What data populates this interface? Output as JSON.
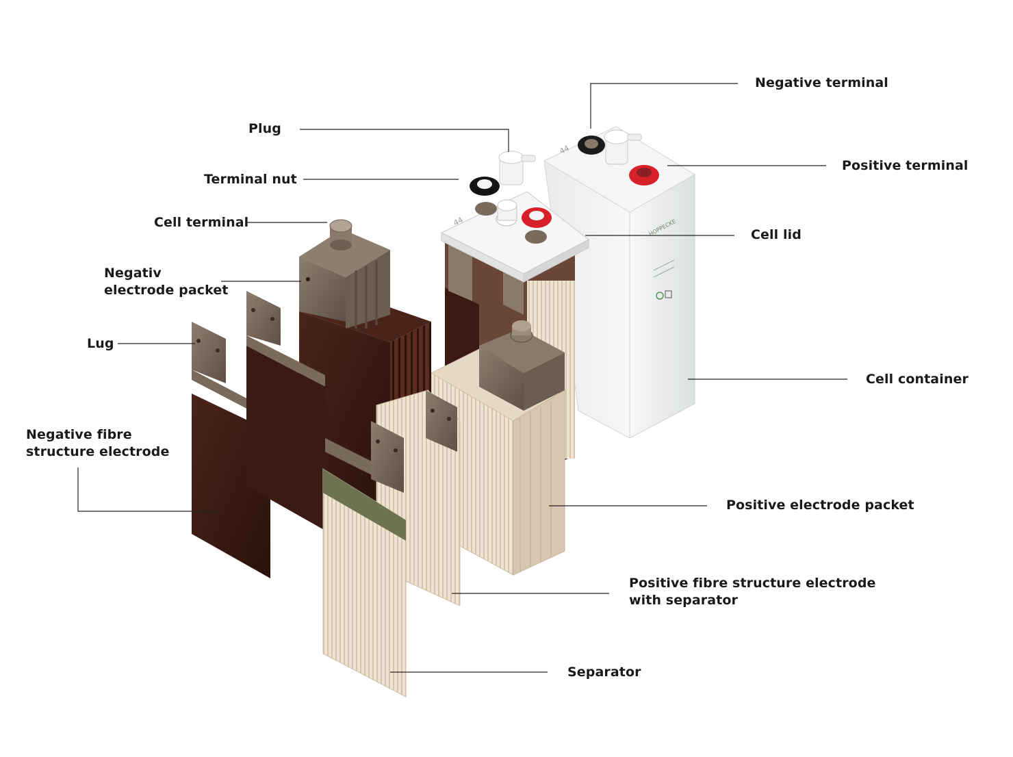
{
  "labels": {
    "negative_terminal": "Negative terminal",
    "plug": "Plug",
    "positive_terminal": "Positive terminal",
    "terminal_nut": "Terminal nut",
    "cell_terminal": "Cell terminal",
    "cell_lid": "Cell lid",
    "negativ_electrode_packet_1": "Negativ",
    "negativ_electrode_packet_2": "electrode packet",
    "lug": "Lug",
    "cell_container": "Cell container",
    "negative_fibre_electrode_1": "Negative fibre",
    "negative_fibre_electrode_2": "structure electrode",
    "positive_electrode_packet": "Positive electrode packet",
    "positive_fibre_electrode_1": "Positive fibre structure electrode",
    "positive_fibre_electrode_2": "with separator",
    "separator": "Separator"
  },
  "lid_marks": {
    "cell_number": "44",
    "brand": "HOPPECKE"
  },
  "colors": {
    "negative_plate": "#3b1a14",
    "lug_metal": "#7a6a5c",
    "positive_plate": "#e9dccb",
    "container": "#f1f2f3",
    "positive_cap": "#d8202a",
    "negative_cap": "#1b1b1b",
    "leader_line": "#222222"
  }
}
